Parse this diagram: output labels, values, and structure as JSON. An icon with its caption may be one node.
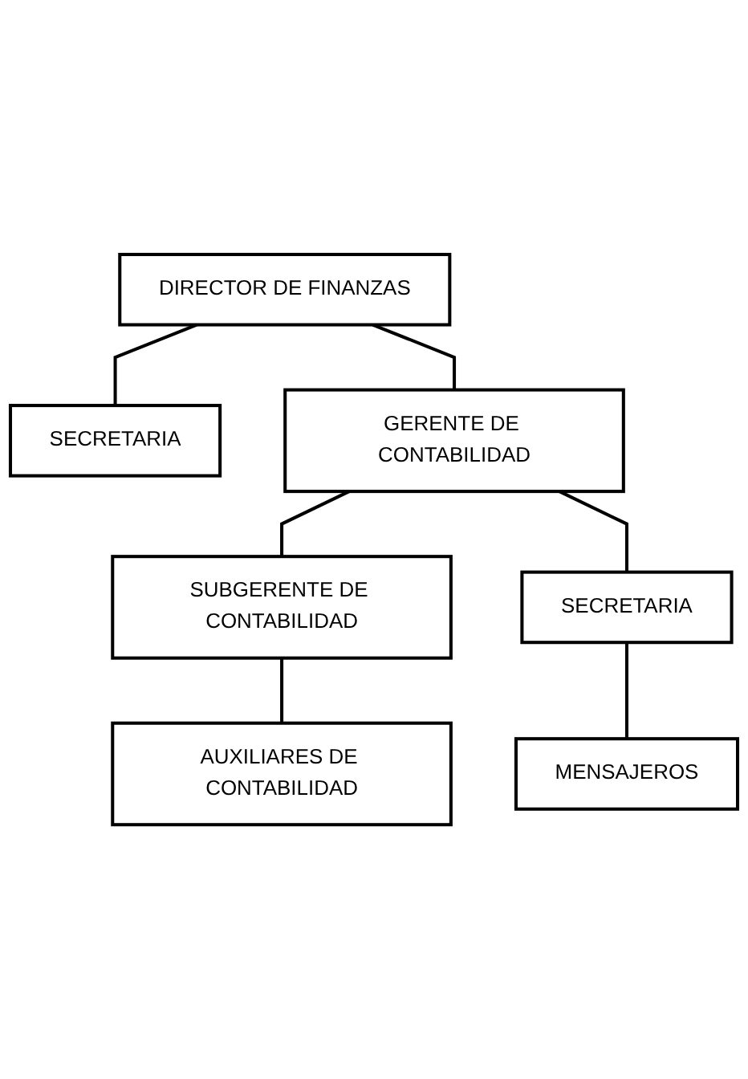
{
  "diagram": {
    "nodes": [
      {
        "text": [
          "DIRECTOR DE FINANZAS"
        ]
      },
      {
        "text": [
          "SECRETARIA"
        ]
      },
      {
        "text": [
          "GERENTE DE CONTABILIDAD"
        ]
      },
      {
        "text": [
          "SECRETARIA"
        ]
      },
      {
        "text": [
          "SUBGERENTE DE CONTABILIDAD"
        ]
      },
      {
        "text": [
          "AUXILIARES DE CONTABILIDAD"
        ]
      },
      {
        "text": [
          "MENSAJEROS"
        ]
      }
    ],
    "edges": [
      {
        "from": 0,
        "to": 2,
        "arrow": "none"
      },
      {
        "from": 0,
        "to": 1,
        "arrow": "none"
      },
      {
        "from": 2,
        "to": 4,
        "arrow": "none"
      },
      {
        "from": 2,
        "to": 3,
        "arrow": "none"
      },
      {
        "from": 4,
        "to": 5,
        "arrow": "none"
      },
      {
        "from": 3,
        "to": 6,
        "arrow": "none"
      }
    ]
  }
}
